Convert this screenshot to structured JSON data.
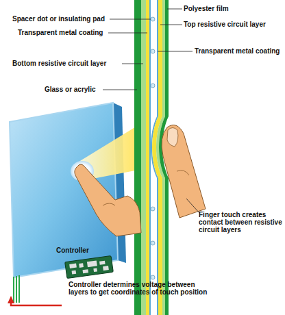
{
  "diagram": {
    "labels": [
      "Spacer dot or insulating pad",
      "Transparent metal coating",
      "Bottom resistive circuit layer",
      "Glass or acrylic",
      "Polyester film",
      "Top resistive circuit layer",
      "Transparent metal coating",
      "Finger touch creates contact between resistive circuit layers",
      "Controller",
      "Controller determines voltage between layers to get coordinates of touch position"
    ]
  }
}
